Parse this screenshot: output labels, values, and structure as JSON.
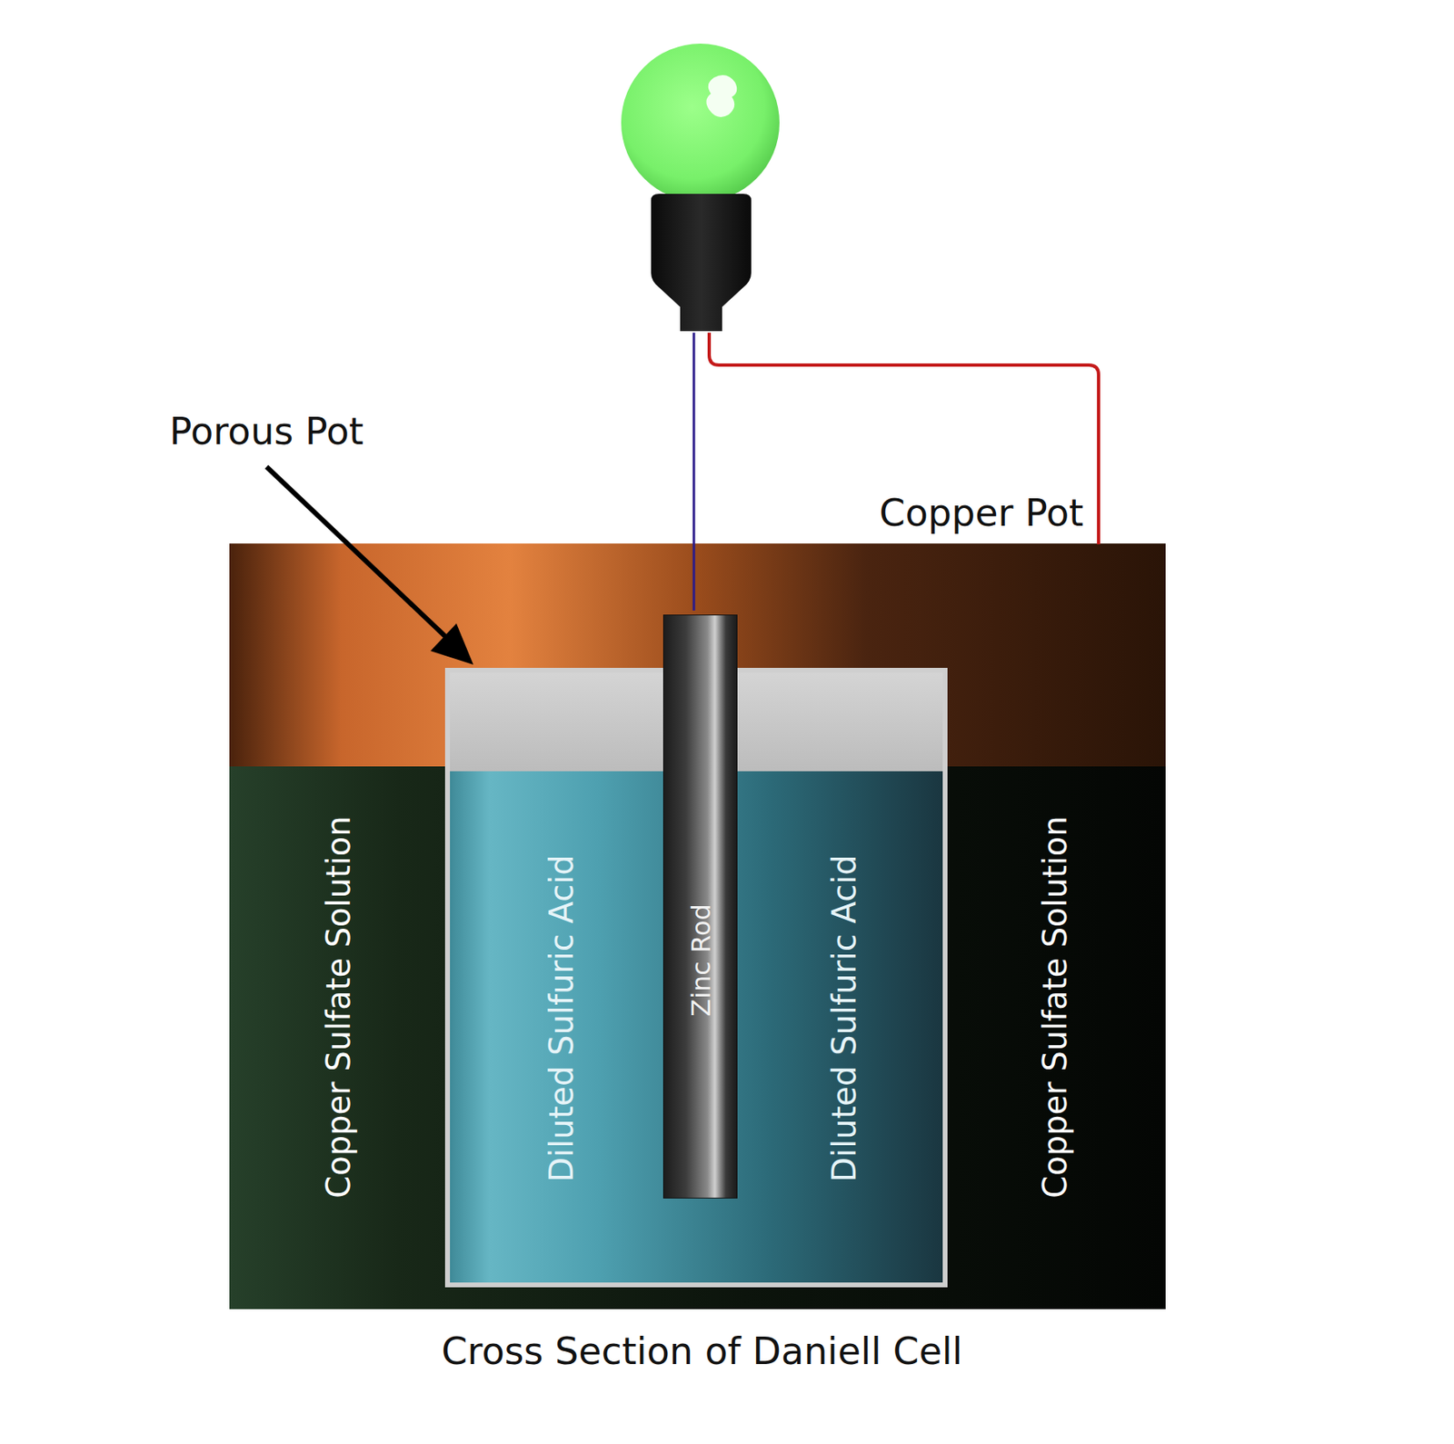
{
  "diagram": {
    "caption": "Cross Section of Daniell Cell",
    "nodes": [
      {
        "text": [
          "Copper Pot",
          "Copper Sulfate Solution",
          "Copper Sulfate Solution"
        ]
      },
      {
        "text": [
          "Diluted Sulfuric Acid",
          "Diluted Sulfuric Acid"
        ],
        "in": 0
      },
      {
        "text": [
          "Zinc Rod"
        ],
        "in": 1
      }
    ],
    "labels": [
      "Porous Pot"
    ]
  }
}
